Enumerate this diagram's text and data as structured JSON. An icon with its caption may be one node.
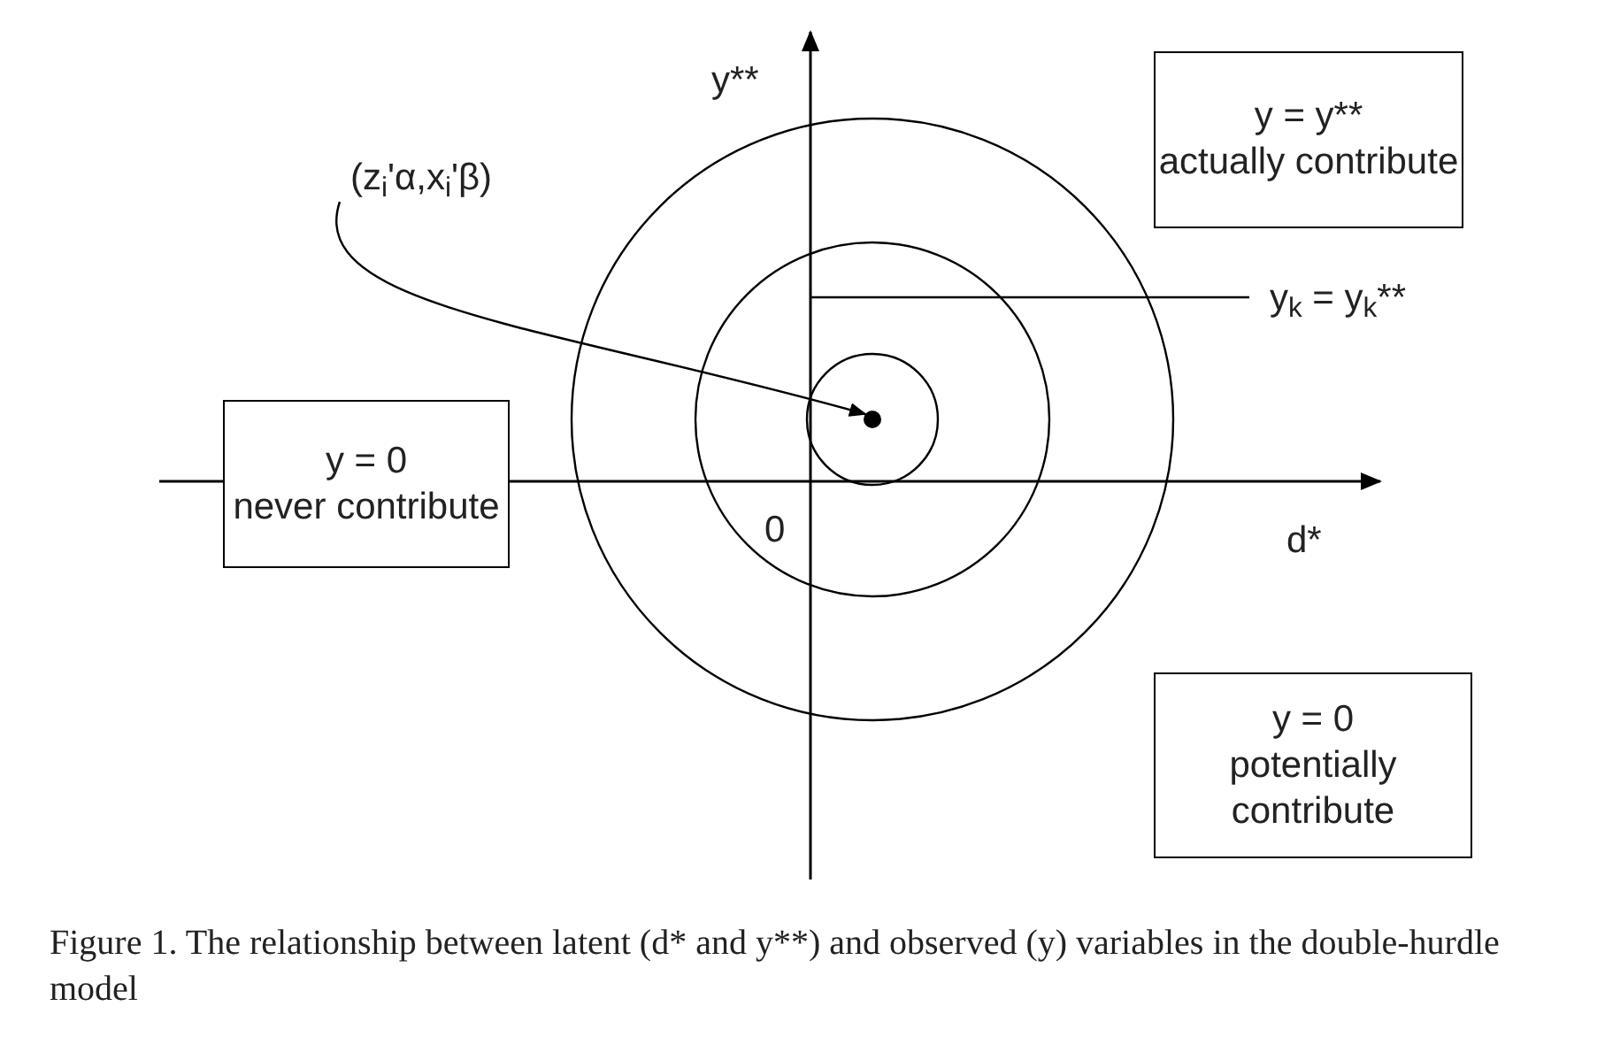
{
  "diagram": {
    "caption": "Figure 1. The relationship between latent (d* and y**) and observed (y) variables in the double-hurdle model",
    "nodes": [
      {
        "text": [
          "y = 0",
          "never contribute"
        ]
      },
      {
        "text": [
          "y = y**",
          "actually contribute"
        ]
      },
      {
        "text": [
          "y = 0",
          "potentially contribute"
        ]
      },
      {
        "text": [
          "(z$_{i}$'α,x$_{i}$'β)"
        ]
      },
      {
        "text": [],
        "shape": "circle"
      },
      {
        "text": [
          "y$_{k}$ = y$_{k}$**"
        ]
      }
    ],
    "edges": [
      {
        "from": 3,
        "to": 4,
        "arrow": "to"
      },
      {
        "from": 5,
        "to": null,
        "arrow": "none"
      }
    ],
    "labels": [
      "y**",
      "0",
      "d*"
    ]
  }
}
